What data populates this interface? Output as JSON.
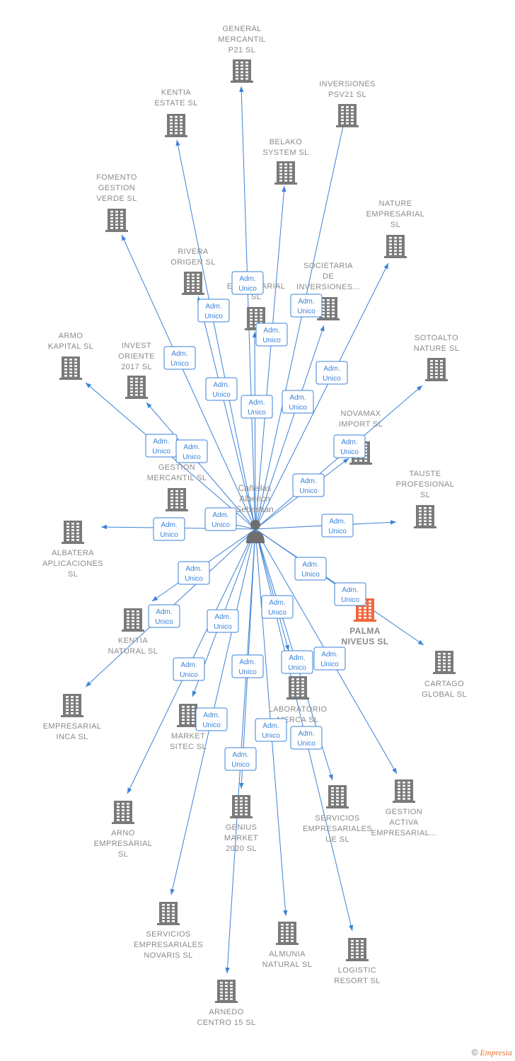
{
  "colors": {
    "edge": "#3b82d8",
    "building": "#7a7a7a",
    "building_highlight": "#f0683c",
    "person": "#6e6e6e",
    "label": "#8a8a8a"
  },
  "center": {
    "lines": [
      "Cañellas",
      "Alberich",
      "Sebastian"
    ]
  },
  "relation_label": [
    "Adm.",
    "Unico"
  ],
  "companies": [
    {
      "id": "general-mercantil-p21",
      "lines": [
        "GENERAL",
        "MERCANTIL",
        "P21  SL"
      ]
    },
    {
      "id": "inversiones-psv21",
      "lines": [
        "INVERSIONES",
        "PSV21  SL"
      ]
    },
    {
      "id": "kentia-estate",
      "lines": [
        "KENTIA",
        "ESTATE  SL"
      ]
    },
    {
      "id": "belako-system",
      "lines": [
        "BELAKO",
        "SYSTEM  SL"
      ]
    },
    {
      "id": "fomento-gestion-verde",
      "lines": [
        "FOMENTO",
        "GESTION",
        "VERDE  SL"
      ]
    },
    {
      "id": "nature-empresarial",
      "lines": [
        "NATURE",
        "EMPRESARIAL",
        "SL"
      ]
    },
    {
      "id": "rivera-origen",
      "lines": [
        "RIVERA",
        "ORIGEN  SL"
      ]
    },
    {
      "id": "e-empresarial",
      "lines": [
        "E",
        "EMPRESARIAL",
        "SL"
      ]
    },
    {
      "id": "societaria-de-inversiones",
      "lines": [
        "SOCIETARIA",
        "DE",
        "INVERSIONES..."
      ]
    },
    {
      "id": "armo-kapital",
      "lines": [
        "ARMO",
        "KAPITAL  SL"
      ]
    },
    {
      "id": "invest-oriente-2017",
      "lines": [
        "INVEST",
        "ORIENTE",
        "2017  SL"
      ]
    },
    {
      "id": "sotoalto-nature",
      "lines": [
        "SOTOALTO",
        "NATURE  SL"
      ]
    },
    {
      "id": "novamax-import",
      "lines": [
        "NOVAMAX",
        "IMPORT  SL"
      ]
    },
    {
      "id": "gestion-mercantil",
      "lines": [
        "GESTION",
        "MERCANTIL SL"
      ]
    },
    {
      "id": "tauste-profesional",
      "lines": [
        "TAUSTE",
        "PROFESIONAL",
        "SL"
      ]
    },
    {
      "id": "albatera-aplicaciones",
      "lines": [
        "ALBATERA",
        "APLICACIONES",
        "SL"
      ]
    },
    {
      "id": "palma-niveus",
      "lines": [
        "PALMA",
        "NIVEUS  SL"
      ],
      "highlight": true
    },
    {
      "id": "kentia-natural",
      "lines": [
        "KENTIA",
        "NATURAL  SL"
      ]
    },
    {
      "id": "cartago-global",
      "lines": [
        "CARTAGO",
        "GLOBAL  SL"
      ]
    },
    {
      "id": "empresarial-inca",
      "lines": [
        "EMPRESARIAL",
        "INCA  SL"
      ]
    },
    {
      "id": "laboratorio-merca",
      "lines": [
        "LABORATORIO",
        "MERCA SL"
      ]
    },
    {
      "id": "market-sitec",
      "lines": [
        "MARKET",
        "SITEC  SL"
      ]
    },
    {
      "id": "servicios-empresariales-ue",
      "lines": [
        "SERVICIOS",
        "EMPRESARIALES",
        "UE  SL"
      ]
    },
    {
      "id": "gestion-activa-empresarial",
      "lines": [
        "GESTION",
        "ACTIVA",
        "EMPRESARIAL..."
      ]
    },
    {
      "id": "arno-empresarial",
      "lines": [
        "ARNO",
        "EMPRESARIAL",
        "SL"
      ]
    },
    {
      "id": "genius-market-2020",
      "lines": [
        "GENIUS",
        "MARKET",
        "2020  SL"
      ]
    },
    {
      "id": "servicios-empresariales-novaris",
      "lines": [
        "SERVICIOS",
        "EMPRESARIALES",
        "NOVARIS  SL"
      ]
    },
    {
      "id": "almunia-natural",
      "lines": [
        "ALMUNIA",
        "NATURAL  SL"
      ]
    },
    {
      "id": "logistic-resort",
      "lines": [
        "LOGISTIC",
        "RESORT SL"
      ]
    },
    {
      "id": "arnedo-centro-15",
      "lines": [
        "ARNEDO",
        "CENTRO 15  SL"
      ]
    }
  ],
  "brand": {
    "copyright": "©",
    "name": "Empresia"
  }
}
